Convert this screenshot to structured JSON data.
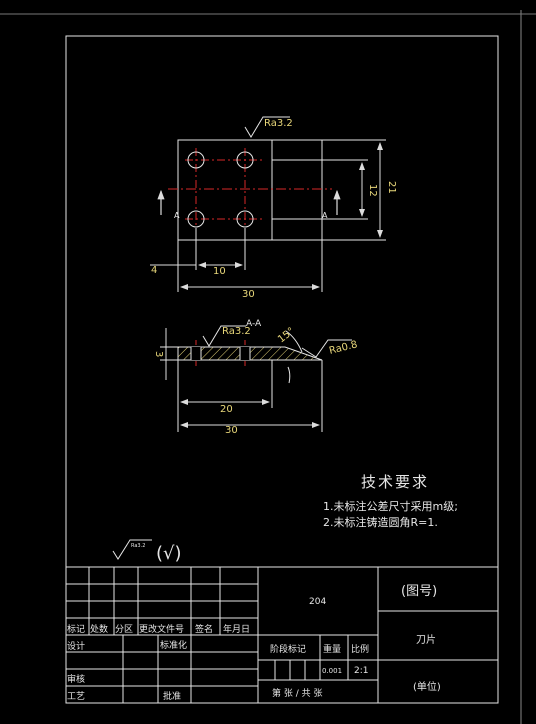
{
  "drawing": {
    "plan_view": {
      "roughness_symbol": "Ra3.2",
      "section_marks": [
        "A",
        "A"
      ],
      "dim_height_outer": "21",
      "dim_height_inner": "12",
      "dim_offset": "4",
      "dim_pitch": "10",
      "dim_width": "30"
    },
    "section_view": {
      "section_title": "A-A",
      "roughness_symbol": "Ra3.2",
      "roughness_symbol_edge": "Ra0.8",
      "angle": "15°",
      "dim_thickness": "3",
      "dim_length_inner": "20",
      "dim_length": "30"
    },
    "tech_requirements": {
      "title": "技术要求",
      "items": [
        "1.未标注公差尺寸采用m级;",
        "2.未标注铸造圆角R=1."
      ]
    },
    "general_roughness": {
      "value": "Ra3.2",
      "paren_symbol": "(√)"
    },
    "title_block": {
      "material": "204",
      "drawing_no": "(图号)",
      "part_name": "刀片",
      "company": "(单位)",
      "header_labels": [
        "标记",
        "处数",
        "分区",
        "更改文件号",
        "签名",
        "年月日"
      ],
      "row_designer": "设计",
      "row_standardize": "标准化",
      "row_review": "审核",
      "row_process": "工艺",
      "row_approve": "批准",
      "stage_label": "阶段标记",
      "weight_label": "重量",
      "scale_label": "比例",
      "weight_value": "0.001",
      "scale_value": "2:1",
      "sheet_text": "第  张 / 共  张"
    }
  }
}
